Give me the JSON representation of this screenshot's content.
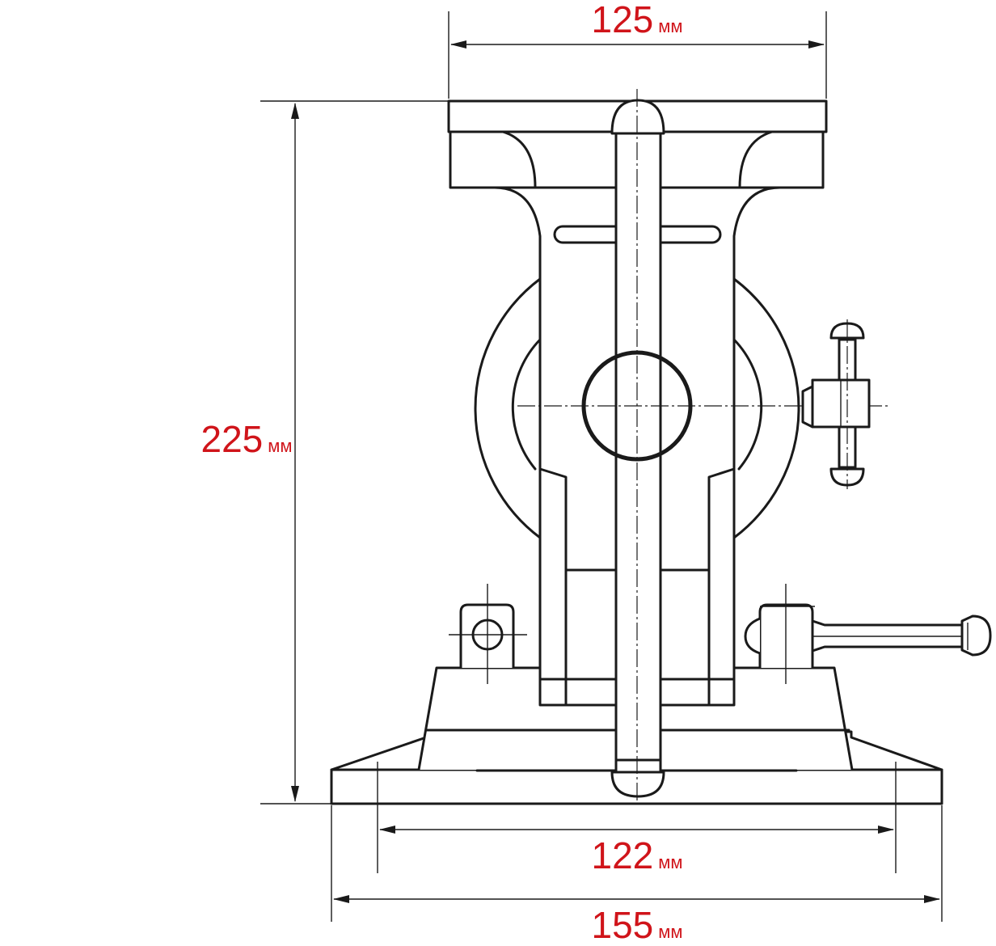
{
  "dimensions": {
    "top_width": {
      "value": "125",
      "unit": "мм"
    },
    "height": {
      "value": "225",
      "unit": "мм"
    },
    "bolt_spacing": {
      "value": "122",
      "unit": "мм"
    },
    "base_width": {
      "value": "155",
      "unit": "мм"
    }
  },
  "colors": {
    "line": "#1a1a1a",
    "dimension_text": "#d0141a",
    "background": "#ffffff"
  }
}
